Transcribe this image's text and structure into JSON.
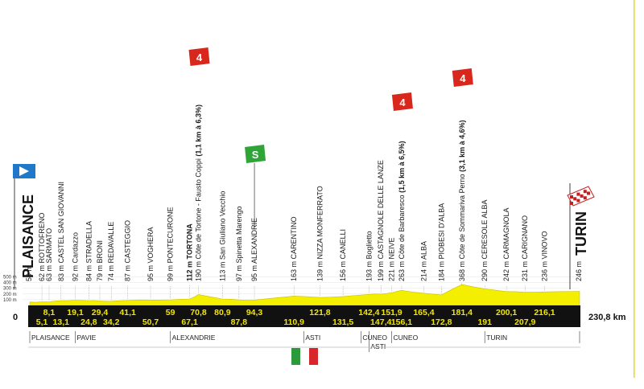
{
  "stage": {
    "start_city": "PLAISANCE",
    "finish_city": "TURIN",
    "total_distance_label": "230,8 km",
    "start_km_label": "0",
    "colors": {
      "profile_fill": "#f4ee00",
      "bar": "#111111",
      "km_text": "#f2e600",
      "climb_badge": "#d8271c",
      "sprint_badge": "#2fa537",
      "right_rule": "#f2d800"
    }
  },
  "altitude_axis": {
    "ticks": [
      "500 m",
      "400 m",
      "300 m",
      "200 m",
      "100 m"
    ],
    "values": [
      500,
      400,
      300,
      200,
      100
    ]
  },
  "waypoints": [
    {
      "km": 0,
      "alt": 59,
      "label": "59 m"
    },
    {
      "km": 5.1,
      "alt": 62,
      "label": "62 m ROTTOFRENO"
    },
    {
      "km": 8.1,
      "alt": 63,
      "label": "63 m SARMATO"
    },
    {
      "km": 13.1,
      "alt": 83,
      "label": "83 m CASTEL SAN GIOVANNI"
    },
    {
      "km": 19.1,
      "alt": 92,
      "label": "92 m Cardazzo"
    },
    {
      "km": 24.8,
      "alt": 84,
      "label": "84 m STRADELLA"
    },
    {
      "km": 29.4,
      "alt": 79,
      "label": "79 m BRONI"
    },
    {
      "km": 34.2,
      "alt": 74,
      "label": "74 m REDAVALLE"
    },
    {
      "km": 41.1,
      "alt": 87,
      "label": "87 m CASTEGGIO"
    },
    {
      "km": 50.7,
      "alt": 95,
      "label": "95 m VOGHERA"
    },
    {
      "km": 59,
      "alt": 99,
      "label": "99 m PONTECURONE"
    },
    {
      "km": 67.1,
      "alt": 112,
      "label": "112 m TORTONA",
      "bold": true
    },
    {
      "km": 70.8,
      "alt": 190,
      "label": "190 m Côte de Tortone - Fausto Coppi",
      "climb": "(1,1 km à 6,3%)"
    },
    {
      "km": 80.9,
      "alt": 113,
      "label": "113 m San Giuliano Vecchio"
    },
    {
      "km": 87.8,
      "alt": 97,
      "label": "97 m Spinetta Marengo"
    },
    {
      "km": 94.3,
      "alt": 95,
      "label": "95 m ALEXANDRIE"
    },
    {
      "km": 110.9,
      "alt": 163,
      "label": "163 m CARENTINO"
    },
    {
      "km": 121.8,
      "alt": 139,
      "label": "139 m NIZZA MONFERRATO"
    },
    {
      "km": 131.5,
      "alt": 156,
      "label": "156 m CANELLI"
    },
    {
      "km": 142.4,
      "alt": 193,
      "label": "193 m Boglietto"
    },
    {
      "km": 147.4,
      "alt": 199,
      "label": "199 m CASTAGNOLE DELLE LANZE"
    },
    {
      "km": 151.9,
      "alt": 221,
      "label": "221 m NEIVE"
    },
    {
      "km": 156.1,
      "alt": 263,
      "label": "263 m Côte de Barbaresco",
      "climb": "(1,5 km à 6,5%)"
    },
    {
      "km": 165.4,
      "alt": 214,
      "label": "214 m ALBA"
    },
    {
      "km": 172.8,
      "alt": 184,
      "label": "184 m PIOBESI D'ALBA"
    },
    {
      "km": 181.4,
      "alt": 368,
      "label": "368 m Côte de Sommariva Perno",
      "climb": "(3,1 km à 4,6%)"
    },
    {
      "km": 191,
      "alt": 290,
      "label": "290 m CERESOLE ALBA"
    },
    {
      "km": 200.1,
      "alt": 242,
      "label": "242 m CARMAGNOLA"
    },
    {
      "km": 207.9,
      "alt": 231,
      "label": "231 m CARIGNANO"
    },
    {
      "km": 216.1,
      "alt": 236,
      "label": "236 m VINOVO"
    },
    {
      "km": 230.8,
      "alt": 246,
      "label": "246 m"
    }
  ],
  "km_markers": {
    "top_row": [
      "8,1",
      "19,1",
      "29,4",
      "41,1",
      "59",
      "70,8",
      "80,9",
      "94,3",
      "121,8",
      "142,4",
      "151,9",
      "165,4",
      "181,4",
      "200,1",
      "216,1"
    ],
    "top_km": [
      8.1,
      19.1,
      29.4,
      41.1,
      59,
      70.8,
      80.9,
      94.3,
      121.8,
      142.4,
      151.9,
      165.4,
      181.4,
      200.1,
      216.1
    ],
    "bottom_row": [
      "5,1",
      "13,1",
      "24,8",
      "34,2",
      "50,7",
      "67,1",
      "87,8",
      "110,9",
      "131,5",
      "147,4",
      "156,1",
      "172,8",
      "191",
      "207,9"
    ],
    "bottom_km": [
      5.1,
      13.1,
      24.8,
      34.2,
      50.7,
      67.1,
      87.8,
      110.9,
      131.5,
      147.4,
      156.1,
      172.8,
      191,
      207.9
    ]
  },
  "regions": [
    {
      "label": "PLAISANCE",
      "km": 0
    },
    {
      "label": "PAVIE",
      "km": 19.1
    },
    {
      "label": "ALEXANDRIE",
      "km": 59
    },
    {
      "label": "ASTI",
      "km": 115
    },
    {
      "label": "CUNEO",
      "km": 139
    },
    {
      "label": "ASTI",
      "km": 142.4
    },
    {
      "label": "CUNEO",
      "km": 151.9
    },
    {
      "label": "TURIN",
      "km": 191
    }
  ],
  "badges": [
    {
      "type": "climb",
      "text": "4",
      "km": 70.8
    },
    {
      "type": "sprint",
      "text": "S",
      "km": 94.3
    },
    {
      "type": "climb",
      "text": "4",
      "km": 156.1
    },
    {
      "type": "climb",
      "text": "4",
      "km": 181.4
    }
  ],
  "flag": {
    "colors": [
      "#2c9a3c",
      "#ffffff",
      "#d7262c"
    ]
  }
}
